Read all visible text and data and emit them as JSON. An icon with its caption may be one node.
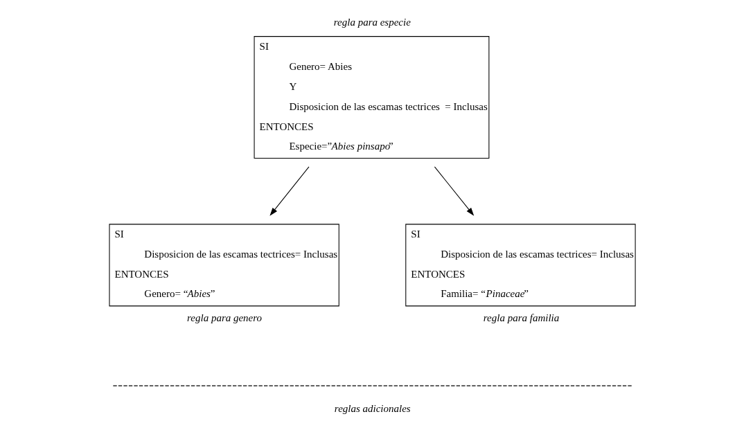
{
  "diagram": {
    "nodes": [
      {
        "text": [
          "SI",
          "Genero= Abies",
          "Y",
          "Disposicion de las escamas tectrices  = Inclusas",
          "ENTONCES",
          "Especie=”*Abies pinsapo*”"
        ],
        "beside": [
          "regla para especie"
        ]
      },
      {
        "text": [
          "SI",
          "Disposicion de las escamas tectrices= Inclusas",
          "ENTONCES",
          "Genero= “*Abies*”"
        ],
        "beside": [
          "regla para genero"
        ]
      },
      {
        "text": [
          "SI",
          "Disposicion de las escamas tectrices= Inclusas",
          "ENTONCES",
          "Familia= “*Pinaceae*”"
        ],
        "beside": [
          "regla para familia"
        ]
      }
    ],
    "edges": [
      {
        "from": 0,
        "to": 1,
        "arrow": "to"
      },
      {
        "from": 0,
        "to": 2,
        "arrow": "to"
      }
    ],
    "labels": [
      "reglas adicionales"
    ]
  }
}
